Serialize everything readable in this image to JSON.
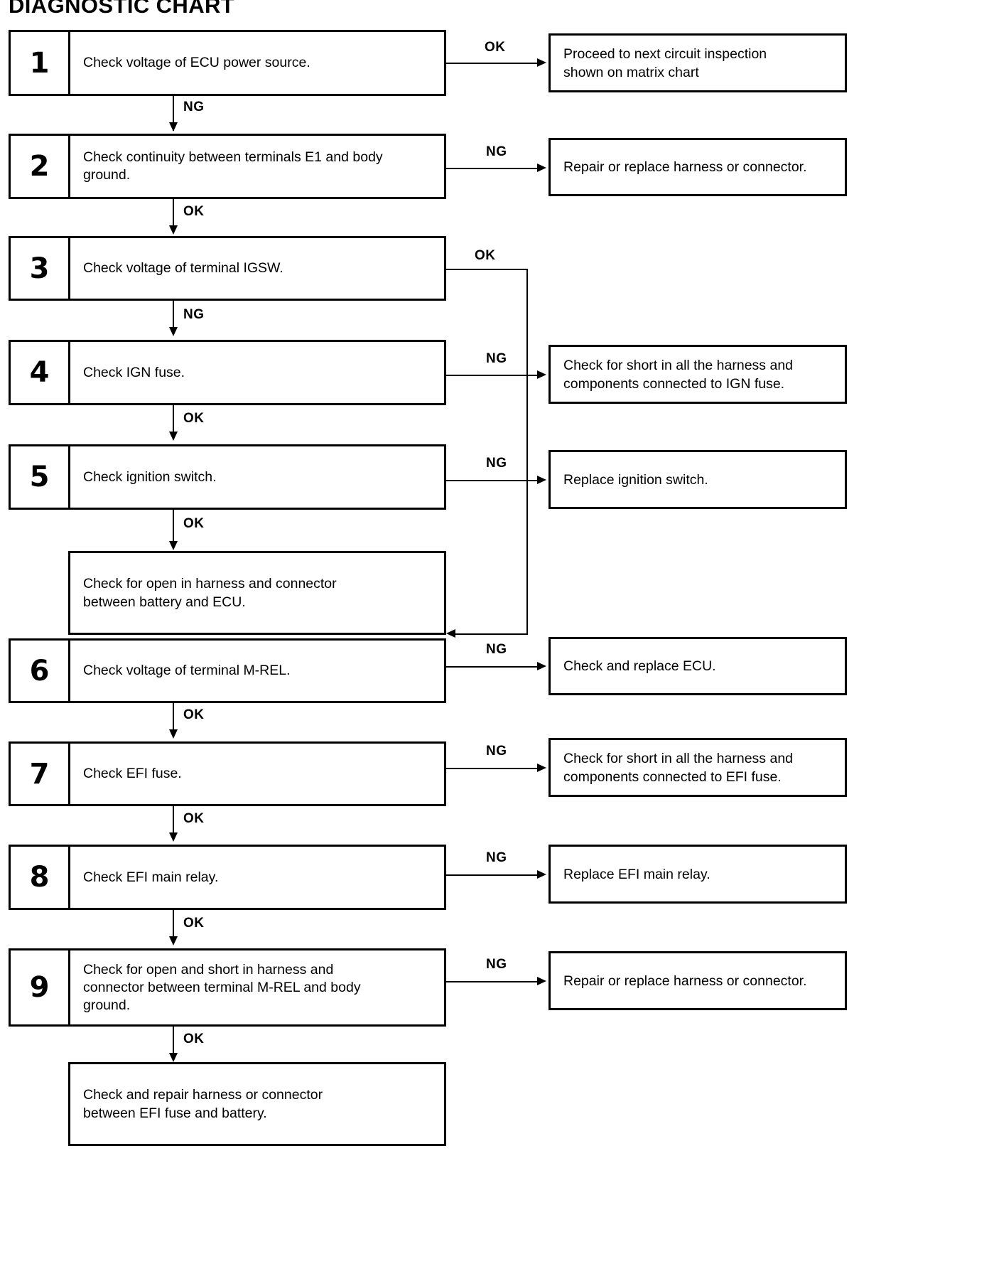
{
  "title": "DIAGNOSTIC CHART",
  "steps": [
    {
      "number": "1",
      "text": "Check voltage of ECU power source.",
      "down_label": "NG",
      "side_label": "OK",
      "side_result": "Proceed to next circuit inspection\nshown on matrix chart"
    },
    {
      "number": "2",
      "text": "Check continuity between terminals E1 and body\nground.",
      "down_label": "OK",
      "side_label": "NG",
      "side_result": "Repair or replace harness or connector."
    },
    {
      "number": "3",
      "text": "Check voltage of terminal IGSW.",
      "down_label": "NG",
      "side_label": "OK",
      "side_result": ""
    },
    {
      "number": "4",
      "text": "Check IGN fuse.",
      "down_label": "OK",
      "side_label": "NG",
      "side_result": "Check for short in all the harness and\ncomponents connected to IGN fuse."
    },
    {
      "number": "5",
      "text": "Check ignition switch.",
      "down_label": "OK",
      "side_label": "NG",
      "side_result": "Replace ignition switch."
    },
    {
      "number": "6",
      "text": "Check voltage of terminal M-REL.",
      "down_label": "OK",
      "side_label": "NG",
      "side_result": "Check and replace ECU."
    },
    {
      "number": "7",
      "text": "Check EFI fuse.",
      "down_label": "OK",
      "side_label": "NG",
      "side_result": "Check for short in all the harness and\ncomponents connected to EFI fuse."
    },
    {
      "number": "8",
      "text": "Check EFI main relay.",
      "down_label": "OK",
      "side_label": "NG",
      "side_result": "Replace EFI main relay."
    },
    {
      "number": "9",
      "text": "Check for open and short in harness and\nconnector between terminal M-REL and body\nground.",
      "down_label": "OK",
      "side_label": "NG",
      "side_result": "Repair or replace harness or connector."
    }
  ],
  "terminals": [
    {
      "id": "open-harness-battery-ecu",
      "text": "Check for open in harness and connector\nbetween battery and ECU."
    },
    {
      "id": "repair-efi-fuse-battery",
      "text": "Check and repair harness or connector\nbetween EFI fuse and battery."
    }
  ],
  "colors": {
    "line": "#000000",
    "background": "#ffffff"
  }
}
